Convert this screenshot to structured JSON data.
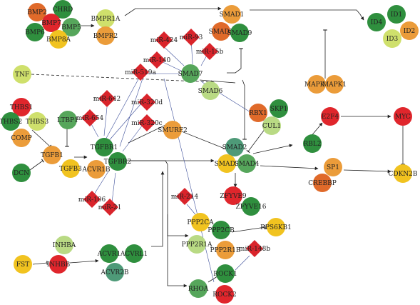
{
  "colors": {
    "red": "#e0262c",
    "orange_red": "#e06a2a",
    "orange": "#eb9c3a",
    "yellow": "#f1c320",
    "yellow_green": "#cfe06c",
    "light_green": "#b9da84",
    "mid_green": "#56a65b",
    "green": "#2f8f3e",
    "teal_green": "#4e9a78",
    "mirna": "#d9242b"
  },
  "nodes": [
    {
      "id": "BMP2",
      "label": "BMP2",
      "color": "orange_red"
    },
    {
      "id": "CHRD",
      "label": "CHRD",
      "color": "green"
    },
    {
      "id": "BMP7",
      "label": "BMP7",
      "color": "red"
    },
    {
      "id": "BMP6",
      "label": "BMP6",
      "color": "green"
    },
    {
      "id": "BMP5",
      "label": "BMP5",
      "color": "mid_green"
    },
    {
      "id": "BMP8A",
      "label": "BMP8A",
      "color": "yellow"
    },
    {
      "id": "BMPR1A",
      "label": "BMPR1A",
      "color": "yellow_green"
    },
    {
      "id": "BMPR2",
      "label": "BMPR2",
      "color": "orange"
    },
    {
      "id": "SMAD1",
      "label": "SMAD1",
      "color": "orange"
    },
    {
      "id": "SMAD5",
      "label": "SMAD5",
      "color": "orange_red"
    },
    {
      "id": "SMAD9",
      "label": "SMAD9",
      "color": "green"
    },
    {
      "id": "ID4",
      "label": "ID4",
      "color": "green"
    },
    {
      "id": "ID1",
      "label": "ID1",
      "color": "green"
    },
    {
      "id": "ID2",
      "label": "ID2",
      "color": "orange"
    },
    {
      "id": "ID3",
      "label": "ID3",
      "color": "yellow_green"
    },
    {
      "id": "TNF",
      "label": "TNF",
      "color": "yellow_green"
    },
    {
      "id": "SMAD7",
      "label": "SMAD7",
      "color": "mid_green"
    },
    {
      "id": "SMAD6",
      "label": "SMAD6",
      "color": "light_green"
    },
    {
      "id": "MAPK3",
      "label": "MAPK3",
      "color": "orange"
    },
    {
      "id": "MAPK1",
      "label": "MAPK1",
      "color": "orange"
    },
    {
      "id": "THBS1",
      "label": "THBS1",
      "color": "red"
    },
    {
      "id": "THBS2",
      "label": "THBS2",
      "color": "green"
    },
    {
      "id": "THBS3",
      "label": "THBS3",
      "color": "yellow_green"
    },
    {
      "id": "COMP",
      "label": "COMP",
      "color": "orange"
    },
    {
      "id": "LTBP1",
      "label": "LTBP1",
      "color": "mid_green"
    },
    {
      "id": "TGFB1",
      "label": "TGFB1",
      "color": "orange"
    },
    {
      "id": "TGFB3",
      "label": "TGFB3",
      "color": "yellow"
    },
    {
      "id": "DCN",
      "label": "DCN",
      "color": "green"
    },
    {
      "id": "TGFBR1",
      "label": "TGFBR1",
      "color": "green"
    },
    {
      "id": "TGFBR2",
      "label": "TGFBR2",
      "color": "green"
    },
    {
      "id": "ACVR1B",
      "label": "ACVR1B",
      "color": "orange"
    },
    {
      "id": "SMURF2",
      "label": "SMURF2",
      "color": "orange"
    },
    {
      "id": "RBX1",
      "label": "RBX1",
      "color": "orange_red"
    },
    {
      "id": "SKP1",
      "label": "SKP1",
      "color": "green"
    },
    {
      "id": "CUL1",
      "label": "CUL1",
      "color": "light_green"
    },
    {
      "id": "SMAD2",
      "label": "SMAD2",
      "color": "teal_green"
    },
    {
      "id": "SMAD3",
      "label": "SMAD3",
      "color": "yellow"
    },
    {
      "id": "SMAD4",
      "label": "SMAD4",
      "color": "mid_green"
    },
    {
      "id": "E2F4",
      "label": "E2F4",
      "color": "red"
    },
    {
      "id": "RBL2",
      "label": "RBL2",
      "color": "green"
    },
    {
      "id": "MYC",
      "label": "MYC",
      "color": "red"
    },
    {
      "id": "SP1",
      "label": "SP1",
      "color": "orange"
    },
    {
      "id": "CREBBP",
      "label": "CREBBP",
      "color": "orange_red"
    },
    {
      "id": "CDKN2B",
      "label": "CDKN2B",
      "color": "yellow"
    },
    {
      "id": "ZFYVE9",
      "label": "ZFYVE9",
      "color": "red"
    },
    {
      "id": "ZFYVE16",
      "label": "ZFYVE16",
      "color": "green"
    },
    {
      "id": "PPP2CA",
      "label": "PPP2CA",
      "color": "yellow"
    },
    {
      "id": "PPP2CB",
      "label": "PPP2CB",
      "color": "green"
    },
    {
      "id": "PPP2R1A",
      "label": "PPP2R1A",
      "color": "light_green"
    },
    {
      "id": "PPP2R1B",
      "label": "PPP2R1B",
      "color": "orange"
    },
    {
      "id": "RPS6KB1",
      "label": "RPS6KB1",
      "color": "yellow"
    },
    {
      "id": "INHBA",
      "label": "INHBA",
      "color": "light_green"
    },
    {
      "id": "INHBB",
      "label": "INHBB",
      "color": "red"
    },
    {
      "id": "FST",
      "label": "FST",
      "color": "yellow"
    },
    {
      "id": "ACVR1",
      "label": "ACVR1",
      "color": "green"
    },
    {
      "id": "ACVRL1",
      "label": "ACVRL1",
      "color": "green"
    },
    {
      "id": "ACVR2B",
      "label": "ACVR2B",
      "color": "teal_green"
    },
    {
      "id": "ROCK1",
      "label": "ROCK1",
      "color": "green"
    },
    {
      "id": "ROCK2",
      "label": "ROCK2",
      "color": "red"
    },
    {
      "id": "RHOA",
      "label": "RHOA",
      "color": "mid_green"
    }
  ],
  "mirnas": [
    {
      "id": "miR-424",
      "label": "miR-424"
    },
    {
      "id": "miR-93",
      "label": "miR-93"
    },
    {
      "id": "miR-140",
      "label": "miR-140"
    },
    {
      "id": "miR-15b",
      "label": "miR-15b"
    },
    {
      "id": "miR-519a",
      "label": "miR-519a"
    },
    {
      "id": "miR-642",
      "label": "miR-642"
    },
    {
      "id": "miR-654",
      "label": "miR-654"
    },
    {
      "id": "miR-320d",
      "label": "miR-320d"
    },
    {
      "id": "miR-320c",
      "label": "miR-320c"
    },
    {
      "id": "miR-106",
      "label": "miR-106"
    },
    {
      "id": "miR-21",
      "label": "miR-21"
    },
    {
      "id": "miR-214",
      "label": "miR-214"
    },
    {
      "id": "miR-148b",
      "label": "miR-148b"
    }
  ]
}
